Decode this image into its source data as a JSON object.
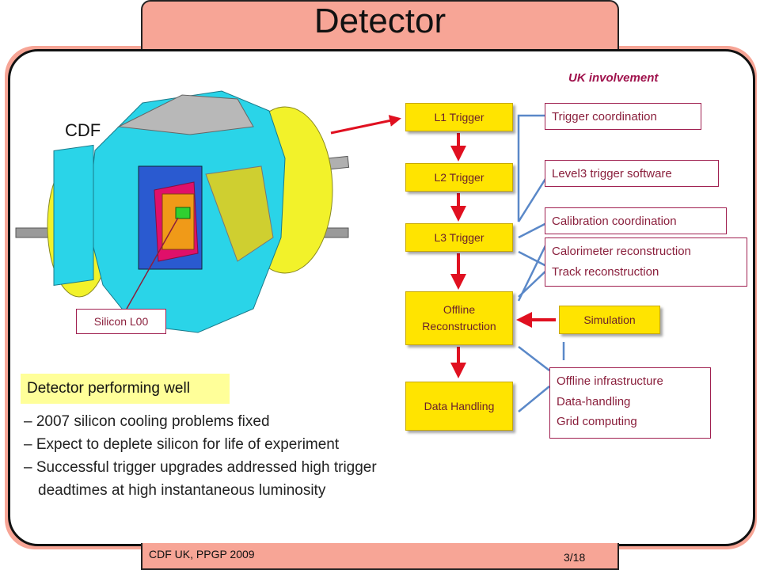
{
  "slide": {
    "title": "Detector",
    "footer_left": "CDF UK, PPGP 2009",
    "page_number": "3/18"
  },
  "left": {
    "cdf_label": "CDF",
    "silicon_label": "Silicon L00",
    "performance_heading": "Detector performing well",
    "bullets": [
      "– 2007 silicon cooling problems fixed",
      "– Expect to deplete silicon for life of experiment",
      "– Successful trigger upgrades addressed high trigger",
      "deadtimes at high instantaneous luminosity"
    ]
  },
  "flow": {
    "boxes": [
      "L1 Trigger",
      "L2 Trigger",
      "L3 Trigger",
      "Offline Reconstruction",
      "Data Handling"
    ],
    "simulation": "Simulation"
  },
  "uk": {
    "heading": "UK involvement",
    "items": [
      "Trigger coordination",
      "Level3 trigger software",
      "Calibration coordination",
      [
        "Calorimeter reconstruction",
        "Track reconstruction"
      ],
      [
        "Offline infrastructure",
        "Data-handling",
        "Grid computing"
      ]
    ]
  },
  "colors": {
    "accent_salmon": "#f7a596",
    "flow_box": "#ffe400",
    "arrow_red": "#e01020",
    "bracket_blue": "#5a88c8",
    "uk_text": "#8a1f3c"
  }
}
